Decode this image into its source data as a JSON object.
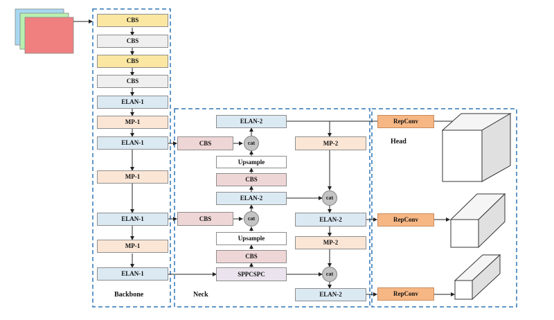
{
  "colors": {
    "yellow": "#fbe7a2",
    "gray": "#efefef",
    "blue": "#dbe9f3",
    "peach": "#fbe6d6",
    "pink": "#efd6d6",
    "lavender": "#ebe4ee",
    "orange": "#f6b785",
    "dashed_border": "#2e75b6",
    "input_front": "#f08080",
    "input_middle": "#b8f0b0",
    "input_back": "#a8d8f0"
  },
  "sections": {
    "backbone": "Backbone",
    "neck": "Neck",
    "head": "Head"
  },
  "backbone": {
    "cbs_1": "CBS",
    "cbs_2": "CBS",
    "cbs_3": "CBS",
    "cbs_4": "CBS",
    "elan1_1": "ELAN-1",
    "mp1_1": "MP-1",
    "elan1_2": "ELAN-1",
    "mp1_2": "MP-1",
    "elan1_3": "ELAN-1",
    "mp1_3": "MP-1",
    "elan1_4": "ELAN-1"
  },
  "neck": {
    "cbs_side_1": "CBS",
    "cbs_side_2": "CBS",
    "elan2_top": "ELAN-2",
    "upsample_1": "Upsample",
    "cbs_1": "CBS",
    "elan2_mid": "ELAN-2",
    "upsample_2": "Upsample",
    "cbs_2": "CBS",
    "sppcspc": "SPPCSPC",
    "mp2_1": "MP-2",
    "elan2_r1": "ELAN-2",
    "mp2_2": "MP-2",
    "elan2_r2": "ELAN-2",
    "cat": "cat"
  },
  "head": {
    "repconv_1": "RepConv",
    "repconv_2": "RepConv",
    "repconv_3": "RepConv"
  }
}
